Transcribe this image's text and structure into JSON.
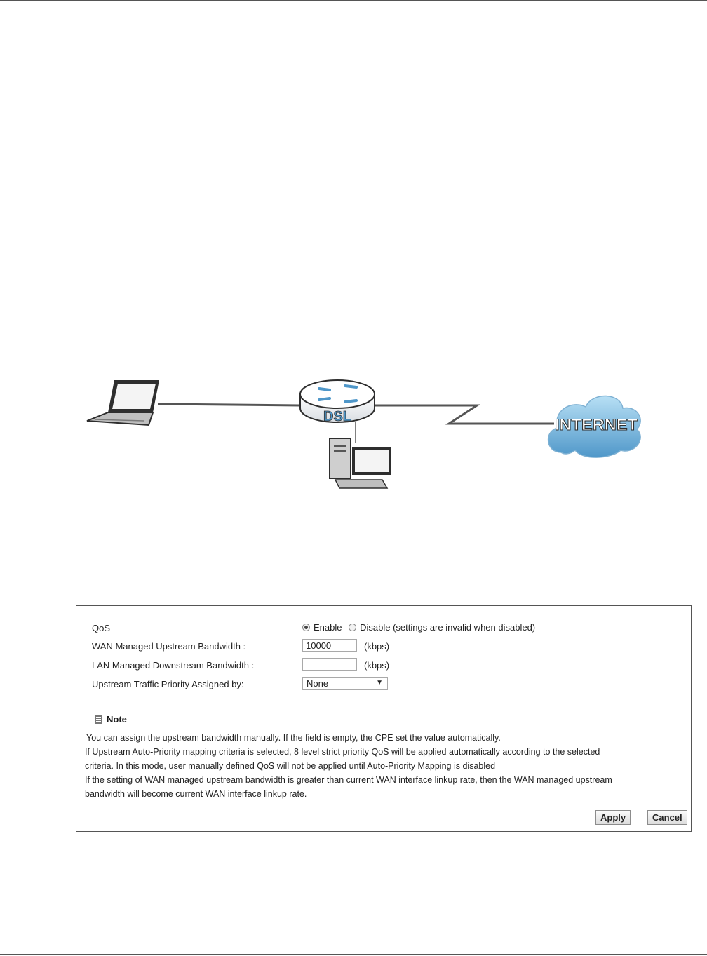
{
  "diagram": {
    "router_label": "DSL",
    "cloud_label": "INTERNET"
  },
  "qos": {
    "label": "QoS",
    "enable_label": "Enable",
    "disable_label": "Disable (settings are invalid when disabled)",
    "enabled": true,
    "upstream_label": "WAN Managed Upstream Bandwidth :",
    "upstream_value": "10000",
    "upstream_unit": "(kbps)",
    "downstream_label": "LAN Managed Downstream Bandwidth :",
    "downstream_value": "",
    "downstream_unit": "(kbps)",
    "priority_label": "Upstream Traffic Priority Assigned by:",
    "priority_selected": "None"
  },
  "note": {
    "title": "Note",
    "lines": [
      " You can assign the upstream bandwidth manually. If the field is empty, the CPE set the value automatically.",
      "If Upstream Auto-Priority mapping criteria is selected, 8 level strict priority QoS will be applied automatically according to the selected",
      "criteria. In this mode, user manually defined QoS will not be applied until Auto-Priority Mapping is disabled",
      "If the setting of WAN managed upstream bandwidth is greater than current WAN interface linkup rate, then the WAN managed upstream",
      "bandwidth will become current WAN interface linkup rate."
    ]
  },
  "buttons": {
    "apply": "Apply",
    "cancel": "Cancel"
  }
}
